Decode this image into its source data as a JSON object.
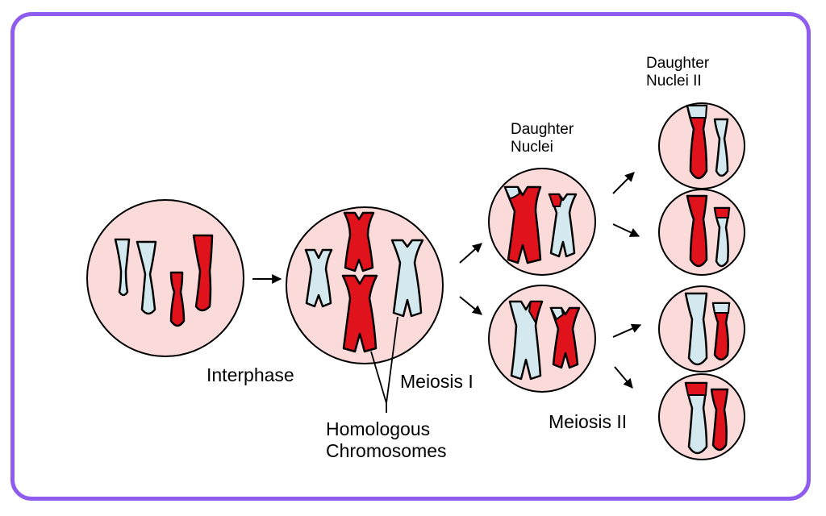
{
  "labels": {
    "interphase": "Interphase",
    "meiosis_1": "Meiosis I",
    "meiosis_2": "Meiosis II",
    "homologous_line1": "Homologous",
    "homologous_line2": "Chromosomes",
    "daughter_nuclei_line1": "Daughter",
    "daughter_nuclei_line2": "Nuclei",
    "daughter_nuclei_2_line1": "Daughter",
    "daughter_nuclei_2_line2": "Nuclei II"
  },
  "colors": {
    "frame": "#8f5cf0",
    "cell_fill": "#fbdada",
    "outline": "#000000",
    "maternal_chromosome": "#e0121c",
    "paternal_chromosome": "#d4e9ef"
  }
}
